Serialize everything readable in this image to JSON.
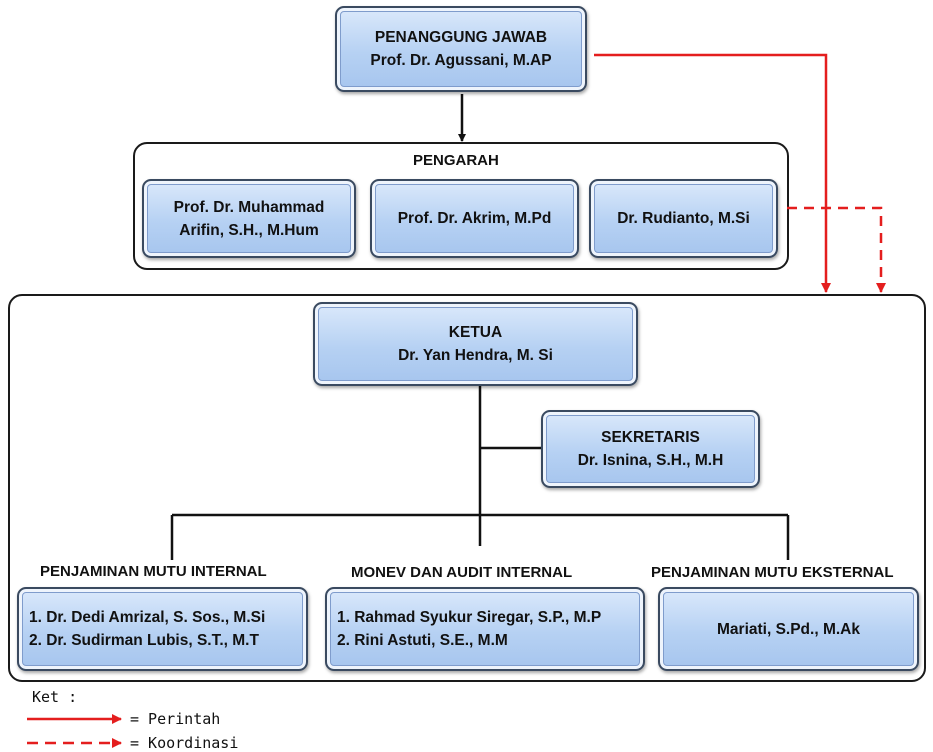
{
  "penanggung_jawab": {
    "title": "PENANGGUNG JAWAB",
    "name": "Prof. Dr. Agussani, M.AP"
  },
  "pengarah": {
    "title": "PENGARAH",
    "members": [
      {
        "line1": "Prof. Dr. Muhammad",
        "line2": "Arifin, S.H., M.Hum"
      },
      {
        "line1": "Prof. Dr. Akrim, M.Pd"
      },
      {
        "line1": "Dr. Rudianto, M.Si"
      }
    ]
  },
  "ketua": {
    "title": "KETUA",
    "name": "Dr. Yan Hendra, M. Si"
  },
  "sekretaris": {
    "title": "SEKRETARIS",
    "name": "Dr. Isnina, S.H., M.H"
  },
  "divisions": [
    {
      "title": "PENJAMINAN MUTU INTERNAL",
      "members": [
        "1. Dr. Dedi Amrizal, S. Sos., M.Si",
        "2. Dr. Sudirman Lubis, S.T., M.T"
      ]
    },
    {
      "title": "MONEV DAN AUDIT INTERNAL",
      "members": [
        "1. Rahmad Syukur Siregar, S.P., M.P",
        "2. Rini Astuti, S.E., M.M"
      ]
    },
    {
      "title": "PENJAMINAN MUTU EKSTERNAL",
      "members": [
        "Mariati, S.Pd., M.Ak"
      ]
    }
  ],
  "legend": {
    "title": "Ket :",
    "perintah": "= Perintah",
    "koordinasi": "= Koordinasi",
    "perintah_color": "#e41e1e",
    "koordinasi_color": "#e41e1e"
  }
}
